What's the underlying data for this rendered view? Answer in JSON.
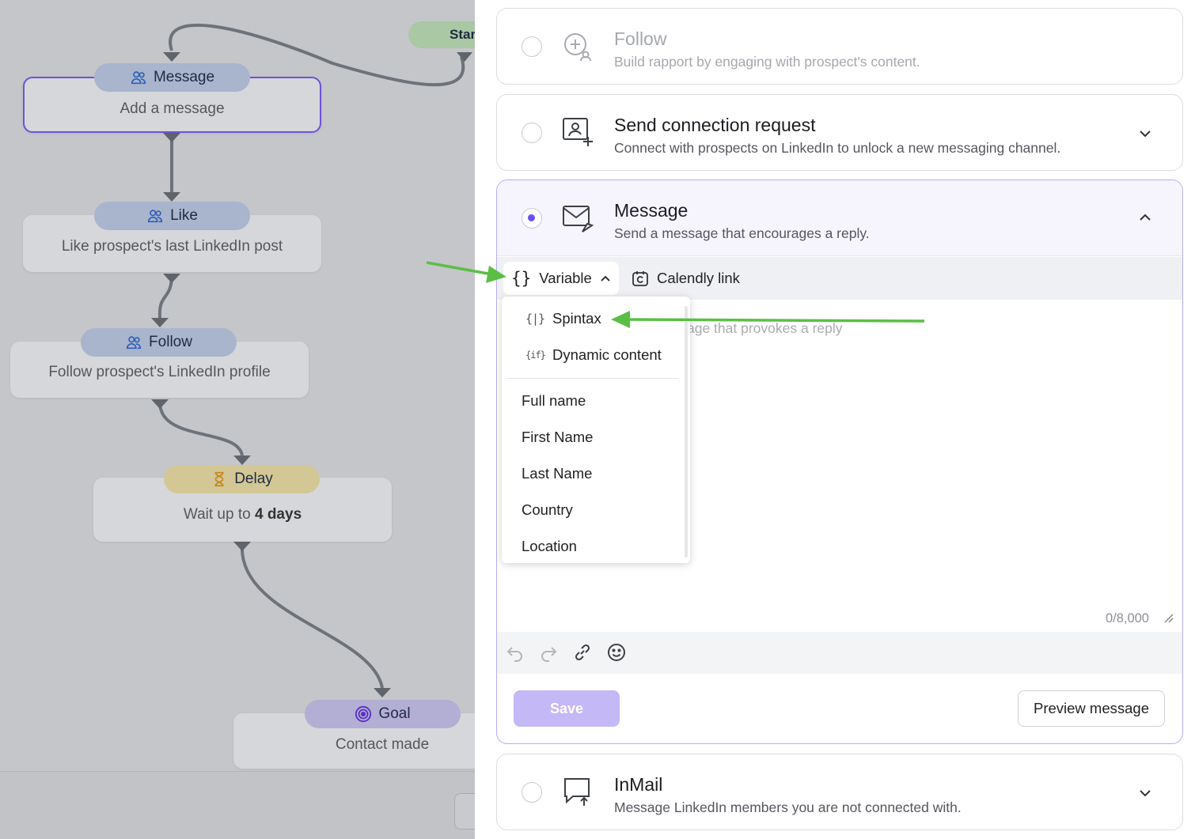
{
  "canvas": {
    "start_label": "Star",
    "nodes": [
      {
        "label": "Message",
        "desc": "Add a message",
        "icon": "people-icon"
      },
      {
        "label": "Like",
        "desc": "Like prospect's last LinkedIn post",
        "icon": "people-icon"
      },
      {
        "label": "Follow",
        "desc": "Follow prospect's LinkedIn profile",
        "icon": "people-icon"
      },
      {
        "label": "Delay",
        "desc_prefix": "Wait up to",
        "desc_bold": "4 days",
        "icon": "hourglass-icon"
      },
      {
        "label": "Goal",
        "desc": "Contact made",
        "icon": "target-icon"
      }
    ]
  },
  "panel": {
    "follow": {
      "title": "Follow",
      "sub": "Build rapport by engaging with prospect's content."
    },
    "connect": {
      "title": "Send connection request",
      "sub": "Connect with prospects on LinkedIn to unlock a new messaging channel."
    },
    "message": {
      "title": "Message",
      "sub": "Send a message that encourages a reply.",
      "variable_label": "Variable",
      "calendly_label": "Calendly link",
      "placeholder": "age that provokes a reply",
      "counter": "0/8,000",
      "save_label": "Save",
      "preview_label": "Preview message"
    },
    "inmail": {
      "title": "InMail",
      "sub": "Message LinkedIn members you are not connected with."
    }
  },
  "dropdown": {
    "special": [
      {
        "icon_text": "{|}",
        "label": "Spintax"
      },
      {
        "icon_text": "{if}",
        "label": "Dynamic content"
      }
    ],
    "variables": [
      "Full name",
      "First Name",
      "Last Name",
      "Country",
      "Location"
    ]
  },
  "colors": {
    "accent": "#6b4ff0",
    "annotation": "#5bbf45",
    "save_disabled": "#c4b8f7"
  }
}
